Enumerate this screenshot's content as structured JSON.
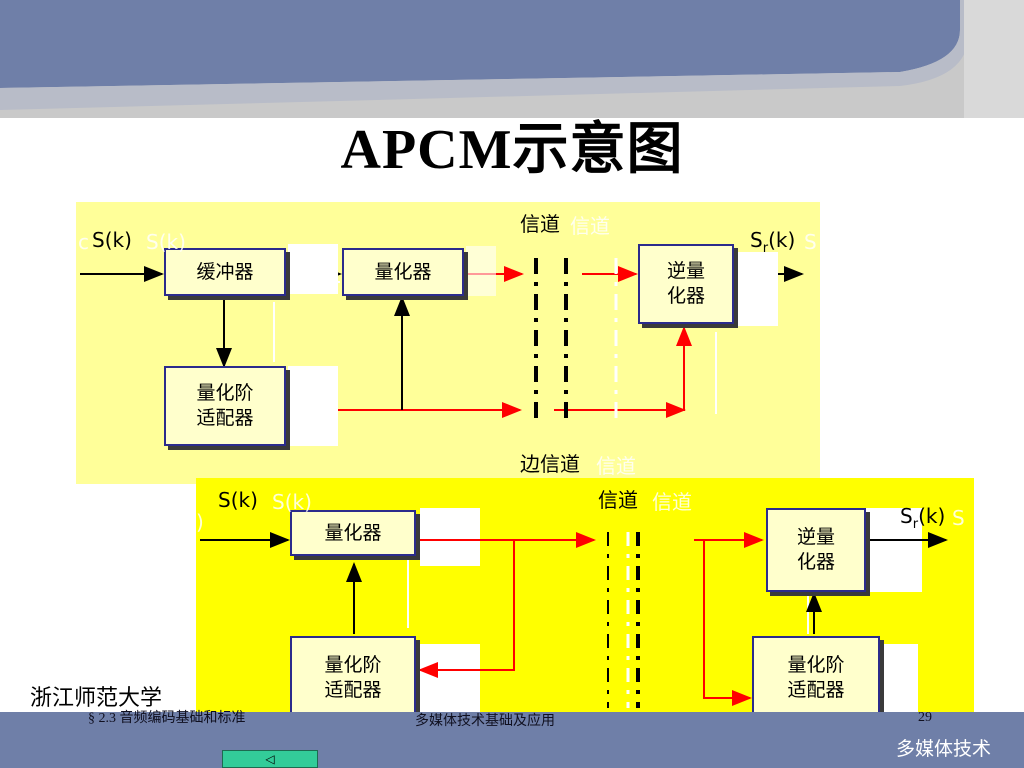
{
  "slide": {
    "title": "APCM示意图",
    "colors": {
      "banner": "#6f7fa8",
      "panel_top": "#ffff99",
      "panel_bottom": "#ffff00",
      "signal": "#ff0000",
      "block_border": "#2b2b8c"
    }
  },
  "diagram_top": {
    "input_label": "S(k)",
    "input_label_ghost": "S(k)",
    "input_prefix_ghost": "c",
    "output_label_main": "S",
    "output_label_sub": "r",
    "output_label_tail": "(k)",
    "output_label_ghost": "S",
    "channel_label": "信道",
    "channel_label_ghost": "信道",
    "side_channel_label": "边信道",
    "side_channel_label_ghost": "信道",
    "blocks": {
      "buffer": "缓冲器",
      "quantizer": "量化器",
      "inverse_quantizer": "逆量\n化器",
      "adapter": "量化阶\n适配器"
    }
  },
  "diagram_bottom": {
    "input_label": "S(k)",
    "input_label_ghost": "S(k)",
    "input_prefix_ghost": ")",
    "output_label_main": "S",
    "output_label_sub": "r",
    "output_label_tail": "(k)",
    "output_label_ghost": "S",
    "channel_label": "信道",
    "channel_label_ghost": "信道",
    "blocks": {
      "quantizer": "量化器",
      "inverse_quantizer": "逆量\n化器",
      "adapter_left": "量化阶\n适配器",
      "adapter_right": "量化阶\n适配器"
    }
  },
  "footer": {
    "university": "浙江师范大学",
    "section_note": "§ 2.3 音频编码基础和标准",
    "middle_text": "多媒体技术基础及应用",
    "page_number": "29",
    "brand": "多媒体技术",
    "nav_back_icon": "◁"
  }
}
